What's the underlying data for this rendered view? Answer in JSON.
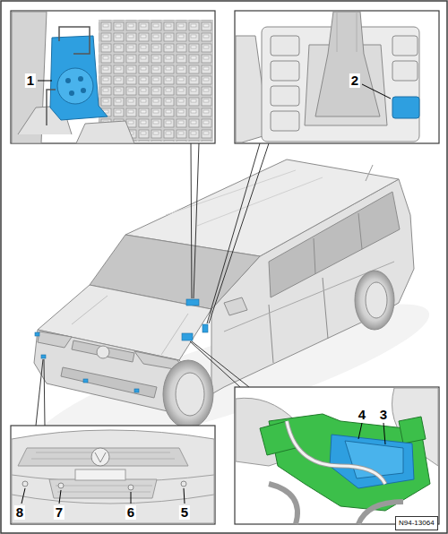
{
  "diagram": {
    "nodes": [
      {
        "text": [
          "N94-13064"
        ]
      }
    ],
    "labels": [
      "1",
      "2",
      "4",
      "3",
      "8",
      "7",
      "6",
      "5"
    ]
  }
}
